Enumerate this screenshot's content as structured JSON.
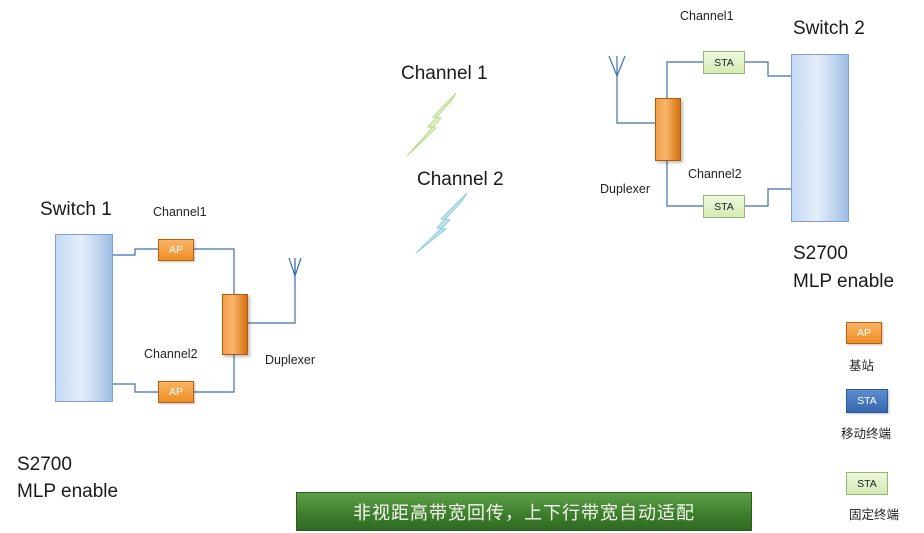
{
  "channels": {
    "ch1_label": "Channel 1",
    "ch2_label": "Channel 2"
  },
  "left_site": {
    "switch_title": "Switch 1",
    "ch1_label": "Channel1",
    "ch2_label": "Channel2",
    "ap_top": "AP",
    "ap_bottom": "AP",
    "duplexer_label": "Duplexer",
    "model": "S2700",
    "mlp": "MLP enable"
  },
  "right_site": {
    "switch_title": "Switch 2",
    "ch1_label": "Channel1",
    "ch2_label": "Channel2",
    "sta_top": "STA",
    "sta_bottom": "STA",
    "duplexer_label": "Duplexer",
    "model": "S2700",
    "mlp": "MLP enable"
  },
  "legend": {
    "ap_box": "AP",
    "ap_caption": "基站",
    "sta_mobile_box": "STA",
    "sta_mobile_caption": "移动终端",
    "sta_fixed_box": "STA",
    "sta_fixed_caption": "固定终端"
  },
  "banner": {
    "text": "非视距高带宽回传，上下行带宽自动适配"
  },
  "colors": {
    "switch": "#c5d9f3",
    "ap_orange": "#ef8e24",
    "sta_green": "#d3ebb6",
    "sta_blue": "#3667ad",
    "wire": "#3f6fb0",
    "banner_green": "#3f7f2e",
    "bolt1": "#dff2bf",
    "bolt2": "#bfe6f0"
  }
}
